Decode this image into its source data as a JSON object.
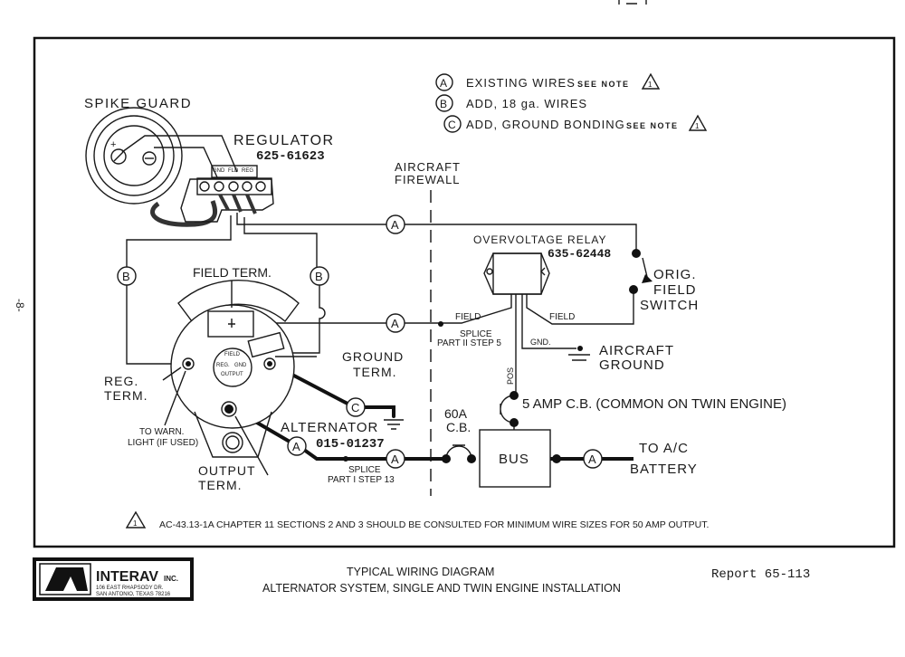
{
  "page_marker": "-8-",
  "legend": {
    "items": [
      {
        "letter": "A",
        "label": "EXISTING WIRES",
        "note": "SEE NOTE",
        "note_ref": "1"
      },
      {
        "letter": "B",
        "label": "ADD, 18 ga. WIRES"
      },
      {
        "letter": "C",
        "label": "ADD, GROUND BONDING",
        "note": "SEE NOTE",
        "note_ref": "1"
      }
    ]
  },
  "labels": {
    "spike_guard": "SPIKE GUARD",
    "regulator": "REGULATOR",
    "regulator_pn": "625-61623",
    "reg_terminals": [
      "GND",
      "FLD",
      "REG"
    ],
    "firewall_1": "AIRCRAFT",
    "firewall_2": "FIREWALL",
    "field_term": "FIELD TERM.",
    "ground_term_1": "GROUND",
    "ground_term_2": "TERM.",
    "reg_term_1": "REG.",
    "reg_term_2": "TERM.",
    "warn_1": "TO WARN.",
    "warn_2": "LIGHT  (IF USED)",
    "output_term_1": "OUTPUT",
    "output_term_2": "TERM.",
    "alternator": "ALTERNATOR",
    "alternator_pn": "015-01237",
    "alt_face": [
      "FIELD",
      "REG.",
      "GND",
      "OUTPUT"
    ],
    "splice1_1": "SPLICE",
    "splice1_2": "PART I STEP 13",
    "splice2_1": "SPLICE",
    "splice2_2": "PART II STEP 5",
    "ovr": "OVERVOLTAGE RELAY",
    "ovr_pn": "635-62448",
    "field_left": "FIELD",
    "field_right": "FIELD",
    "gnd": "GND.",
    "pos": "POS",
    "orig_1": "ORIG.",
    "orig_2": "FIELD",
    "orig_3": "SWITCH",
    "acg_1": "AIRCRAFT",
    "acg_2": "GROUND",
    "cb5": "5 AMP C.B. (COMMON ON TWIN ENGINE)",
    "cb60_1": "60A",
    "cb60_2": "C.B.",
    "bus": "BUS",
    "batt_1": "TO A/C",
    "batt_2": "BATTERY",
    "wire_a": "A",
    "wire_b": "B",
    "wire_c": "C"
  },
  "note": {
    "ref": "1",
    "text": "AC-43.13-1A  CHAPTER 11 SECTIONS 2 AND 3 SHOULD BE CONSULTED FOR MINIMUM WIRE SIZES FOR 50 AMP OUTPUT."
  },
  "footer": {
    "logo_name": "INTERAV INC.",
    "logo_addr_1": "106  EAST  RHAPSODY  DR.",
    "logo_addr_2": "SAN  ANTONIO,  TEXAS  78216",
    "title_1": "TYPICAL WIRING DIAGRAM",
    "title_2": "ALTERNATOR SYSTEM, SINGLE AND TWIN ENGINE INSTALLATION",
    "report": "Report 65-113"
  }
}
